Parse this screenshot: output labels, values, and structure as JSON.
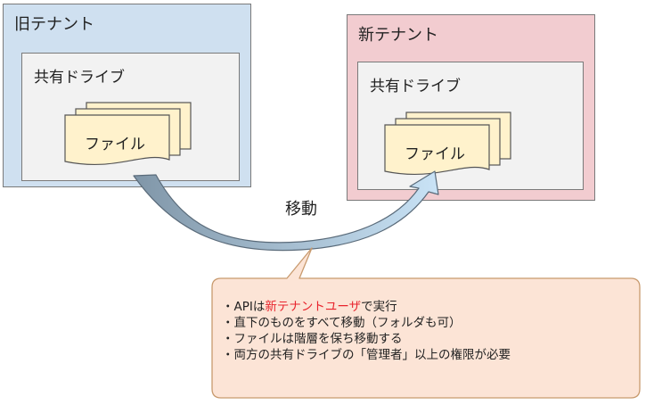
{
  "colors": {
    "old_tenant_bg": "#cfe0f0",
    "new_tenant_bg": "#f2ccd0",
    "drive_bg": "#f2f2f2",
    "file_bg": "#fff2cc",
    "arrow_start": "#8096a8",
    "arrow_end": "#c9e3f6",
    "note_bg": "#fce4d6",
    "note_border": "#c89a6e",
    "highlight": "#e8242d"
  },
  "old_tenant": {
    "title": "旧テナント",
    "drive": {
      "title": "共有ドライブ",
      "file_label": "ファイル"
    }
  },
  "new_tenant": {
    "title": "新テナント",
    "drive": {
      "title": "共有ドライブ",
      "file_label": "ファイル"
    }
  },
  "move_label": "移動",
  "notes": [
    {
      "prefix": "・APIは",
      "highlight": "新テナントユーザ",
      "suffix": "で実行"
    },
    {
      "text": "・直下のものをすべて移動（フォルダも可）"
    },
    {
      "text": "・ファイルは階層を保ち移動する"
    },
    {
      "text": "・両方の共有ドライブの「管理者」以上の権限が必要"
    }
  ]
}
